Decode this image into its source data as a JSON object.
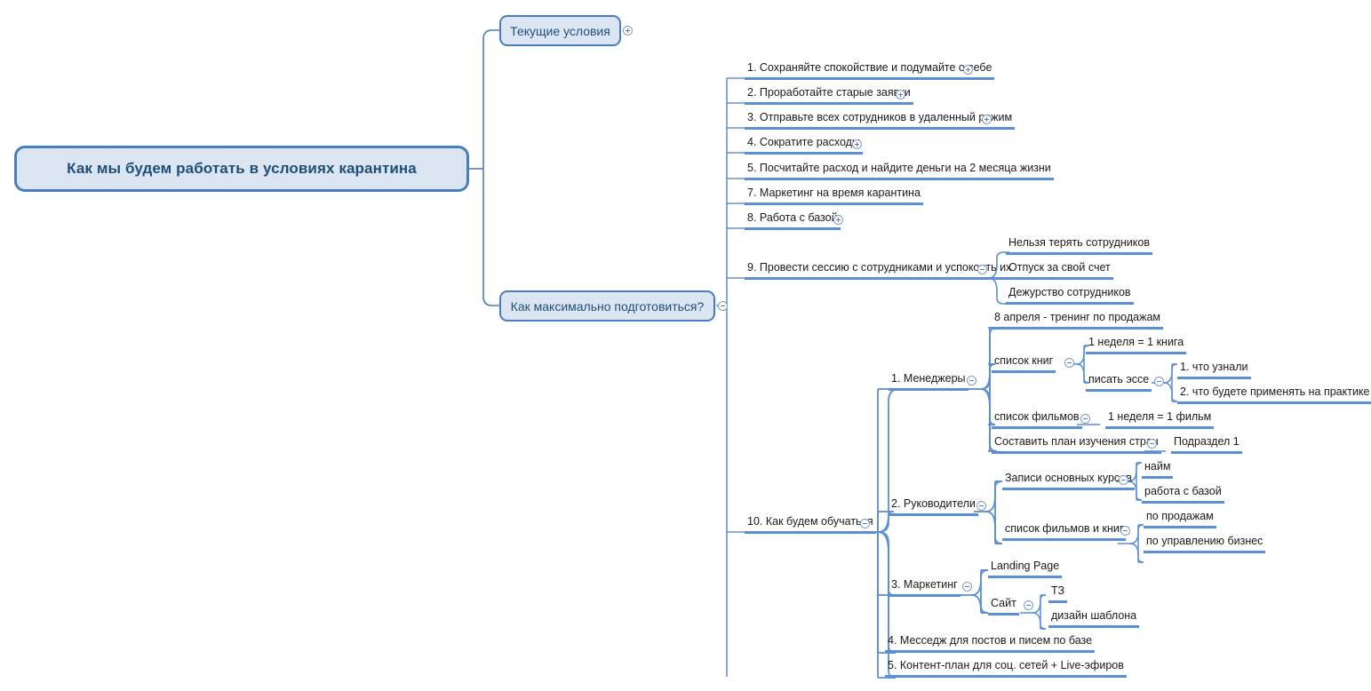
{
  "document": {
    "title": "Как мы будем работать в условиях карантина",
    "type": "mind-map"
  },
  "colors": {
    "background": "#ffffff",
    "node_fill": "#dce6f2",
    "node_border": "#4a7ebb",
    "node_text": "#1f4e79",
    "underline": "#5b8fd4",
    "connector": "#4a7ebb",
    "topic_text": "#1a1a1a",
    "toggle_border": "#7e9cc4"
  },
  "root": {
    "label": "Как мы будем работать в условиях карантина"
  },
  "branches": [
    {
      "label": "Текущие условия",
      "toggle": "plus",
      "collapsed": true
    },
    {
      "label": "Как максимально подготовиться?",
      "toggle": "minus",
      "collapsed": false
    }
  ],
  "topics": {
    "item1": "1. Сохраняйте спокойствие и подумайте о себе",
    "item2": "2. Проработайте старые заявки",
    "item3": "3. Отправьте всех сотрудников в удаленный режим",
    "item4": "4. Сократите расходы",
    "item5": "5. Посчитайте расход и найдите деньги на 2 месяца жизни",
    "item7": "7. Маркетинг на время карантина",
    "item8": "8. Работа с базой",
    "item9": "9. Провести сессию с сотрудниками и успокоить их",
    "item9a": "Нельзя терять сотрудников",
    "item9b": "Отпуск за свой счет",
    "item9c": "Дежурство сотрудников",
    "item10": "10. Как будем обучаться",
    "managers": "1. Менеджеры",
    "training_apr8": "8 апреля - тренинг по продажам",
    "book_list": "список книг",
    "one_week_one_book": "1 неделя = 1 книга",
    "write_essay": "писать эссе",
    "essay1": "1. что узнали",
    "essay2": "2. что будете применять на практике",
    "film_list": "список фильмов",
    "one_week_one_film": "1 неделя = 1 фильм",
    "country_plan": "Составить план изучения стран",
    "subsection1": "Подраздел 1",
    "leaders": "2. Руководители",
    "core_course_records": "Записи основных курсов",
    "hiring": "найм",
    "db_work": "работа с базой",
    "films_and_books": "список фильмов и книг",
    "on_sales": "по продажам",
    "on_business_mgmt": "по управлению бизнес",
    "marketing": "3. Маркетинг",
    "landing_page": "Landing Page",
    "site": "Сайт",
    "tz": "ТЗ",
    "template_design": "дизайн шаблона",
    "item_msg": "4. Месседж для постов и писем по базе",
    "item_content": "5. Контент-план для соц. сетей + Live-эфиров"
  }
}
